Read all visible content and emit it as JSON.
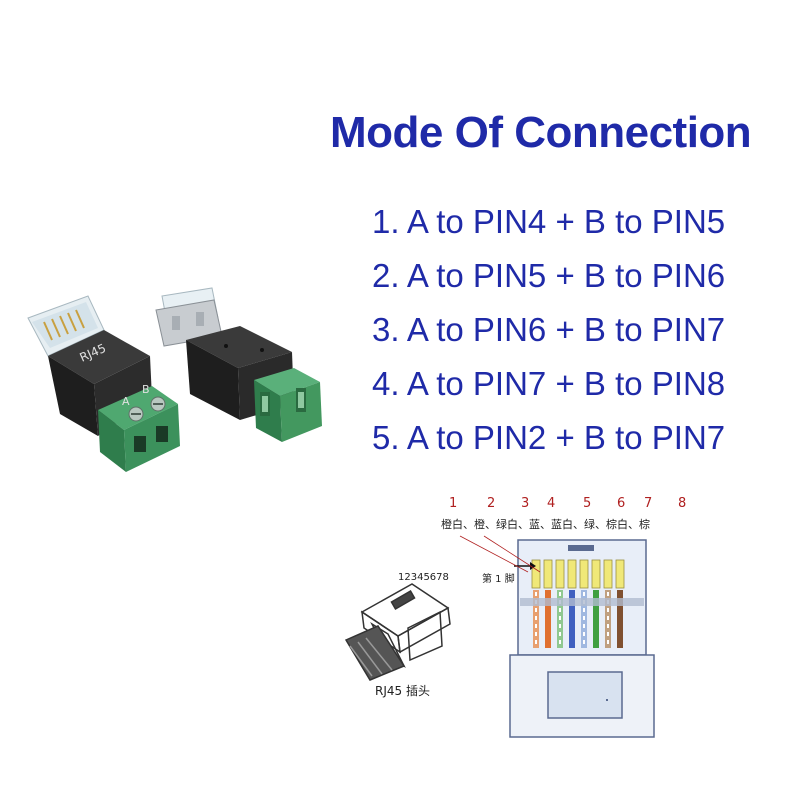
{
  "title": "Mode Of Connection",
  "modes": [
    "1. A to PIN4 + B to PIN5",
    "2. A to PIN5 + B to PIN6",
    "3. A to PIN6 + B to PIN7",
    "4. A to PIN7 + B to PIN8",
    "5. A to PIN2 + B to PIN7"
  ],
  "connector": {
    "housing_label": "RJ45",
    "terminal_a": "A",
    "terminal_b": "B"
  },
  "pinout": {
    "pin_numbers": [
      "1",
      "2",
      "3",
      "4",
      "5",
      "6",
      "7",
      "8"
    ],
    "wire_colors_text": "橙白、橙、绿白、蓝、蓝白、绿、棕白、棕",
    "pin1_label": "第 1 脚",
    "wire_colors_hex": [
      "#e8a070",
      "#e07030",
      "#90c890",
      "#4060c0",
      "#a0b8e0",
      "#40a040",
      "#c0a080",
      "#805030"
    ]
  },
  "plug": {
    "pin_digits": "12345678",
    "label": "RJ45 插头"
  },
  "colors": {
    "title": "#1f2aa8",
    "pin_numbers": "#b02020"
  }
}
